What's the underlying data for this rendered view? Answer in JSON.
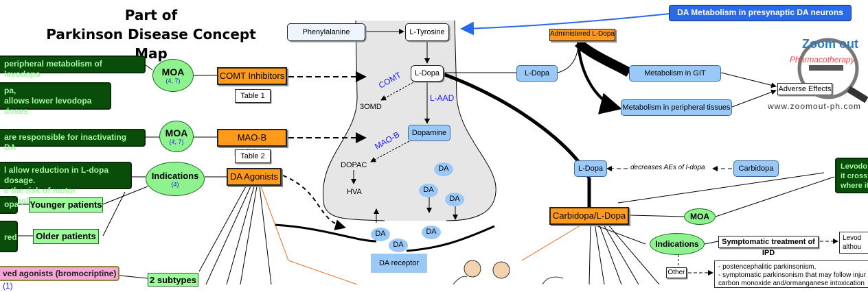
{
  "title": {
    "line1": "Part of",
    "line2": "Parkinson Disease Concept Map"
  },
  "header_button": "DA Metabolism in presynaptic DA neurons",
  "left": {
    "dark_boxes": [
      "peripheral metabolism of levodopa",
      "pa,",
      "allows lower levodopa doses",
      "are responsible for inactivating DA",
      "l allow reduction in L-dopa dosage.",
      "e the risk of motor complications",
      "opa",
      "red"
    ],
    "patients": [
      "Younger patients",
      "Older patients"
    ],
    "pink": "ved agonists (bromocriptine)",
    "pink_ref": "(1)",
    "subtypes": "2 subtypes"
  },
  "moa1": {
    "label": "MOA",
    "refs": "(4, 7)"
  },
  "moa2": {
    "label": "MOA",
    "refs": "(4, 7)"
  },
  "indications_left": {
    "label": "Indications",
    "refs": "(4)"
  },
  "drugs": {
    "comt": "COMT Inhibitors",
    "maob": "MAO-B Inhibitors",
    "da_agonists": "DA Agonists",
    "table1": "Table 1",
    "table2": "Table 2"
  },
  "neuron": {
    "phenylalanine": "Phenylalanine",
    "l_tyrosine": "L-Tyrosine",
    "l_dopa": "L-Dopa",
    "comt": "COMT",
    "aaad": "L-AAD",
    "omd": "3OMD",
    "dopamine": "Dopamine",
    "maob": "MAO-B",
    "dopac": "DOPAC",
    "hva": "HVA",
    "da": "DA",
    "receptor": "DA receptor"
  },
  "right": {
    "administered": "Administered L-Dopa",
    "l_dopa": "L-Dopa",
    "git": "Metabolism in GIT",
    "peripheral": "Metabolism in peripheral tissues",
    "adverse": "Adverse Effects",
    "l_dopa2": "L-Dopa",
    "decreases": "decreases AEs of l-dopa",
    "carbidopa": "Carbidopa",
    "combo": "Carbidopa/L-Dopa",
    "moa": "MOA",
    "indications": "Indications",
    "symptomatic": "Symptomatic treatment of IPD",
    "other": "Other",
    "levod_right": [
      "Levodo",
      "it cross",
      "where it"
    ],
    "levod_small": [
      "Levod",
      "althou"
    ],
    "other_list": [
      "- postencephalitic parkinsonism,",
      "- symptomatic parkinsonism that may follow injur",
      "  carbon monoxide and/ormanganese intoxication"
    ]
  },
  "logo": {
    "zoom": "Zoom out",
    "pharm": "Pharmacotherapy",
    "url": "www.zoomout-ph.com"
  }
}
